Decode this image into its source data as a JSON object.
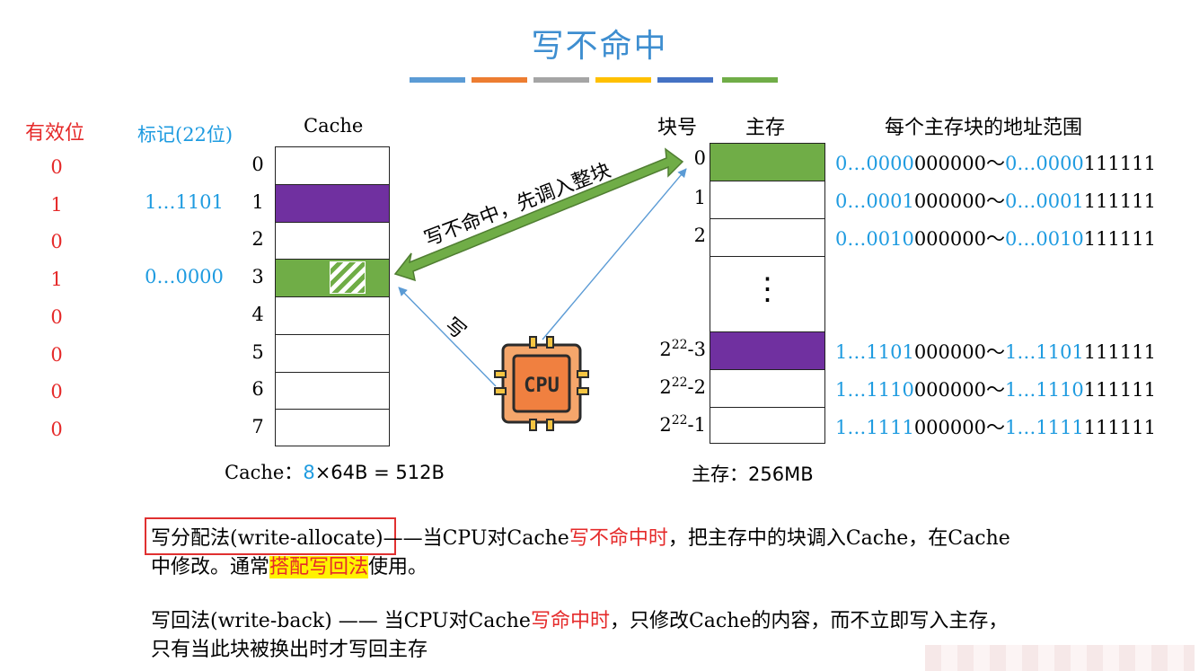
{
  "title": "写不命中",
  "colors": {
    "title": "#3E8ED0",
    "bars": [
      "#5B9BD5",
      "#ED7D31",
      "#A5A5A5",
      "#FFC000",
      "#4472C4",
      "#70AD47"
    ],
    "green": "#70AD47",
    "purple": "#7030A0",
    "red": "#E52A2A",
    "blue": "#1E9BE0"
  },
  "headers": {
    "valid": "有效位",
    "tag": "标记(22位)",
    "cache": "Cache",
    "block_no": "块号",
    "memory": "主存",
    "addr_range": "每个主存块的地址范围"
  },
  "cache_rows": [
    {
      "index": "0",
      "valid": "0",
      "tag": "",
      "fill": "empty"
    },
    {
      "index": "1",
      "valid": "1",
      "tag": "1…1101",
      "fill": "purple"
    },
    {
      "index": "2",
      "valid": "0",
      "tag": "",
      "fill": "empty"
    },
    {
      "index": "3",
      "valid": "1",
      "tag": "0…0000",
      "fill": "green"
    },
    {
      "index": "4",
      "valid": "0",
      "tag": "",
      "fill": "empty"
    },
    {
      "index": "5",
      "valid": "0",
      "tag": "",
      "fill": "empty"
    },
    {
      "index": "6",
      "valid": "0",
      "tag": "",
      "fill": "empty"
    },
    {
      "index": "7",
      "valid": "0",
      "tag": "",
      "fill": "empty"
    }
  ],
  "memory_rows": [
    {
      "index": "0",
      "fill": "green",
      "addr": {
        "p1": "0…0000",
        "p2": "000000",
        "sep": "～",
        "p3": "0…0000",
        "p4": "111111"
      }
    },
    {
      "index": "1",
      "fill": "empty",
      "addr": {
        "p1": "0…0001",
        "p2": "000000",
        "sep": "～",
        "p3": "0…0001",
        "p4": "111111"
      }
    },
    {
      "index": "2",
      "fill": "empty",
      "addr": {
        "p1": "0…0010",
        "p2": "000000",
        "sep": "～",
        "p3": "0…0010",
        "p4": "111111"
      }
    },
    {
      "index": "",
      "fill": "ellipsis",
      "addr": null
    },
    {
      "index_base": "2",
      "index_exp": "22",
      "index_suffix": "-3",
      "fill": "purple",
      "addr": {
        "p1": "1…1101",
        "p2": "000000",
        "sep": "～",
        "p3": "1…1101",
        "p4": "111111"
      }
    },
    {
      "index_base": "2",
      "index_exp": "22",
      "index_suffix": "-2",
      "fill": "empty",
      "addr": {
        "p1": "1…1110",
        "p2": "000000",
        "sep": "～",
        "p3": "1…1110",
        "p4": "111111"
      }
    },
    {
      "index_base": "2",
      "index_exp": "22",
      "index_suffix": "-1",
      "fill": "empty",
      "addr": {
        "p1": "1…1111",
        "p2": "000000",
        "sep": "～",
        "p3": "1…1111",
        "p4": "111111"
      }
    }
  ],
  "ellipsis": "⋮",
  "arrow_label_miss": "写不命中，先调入整块",
  "arrow_label_write": "写",
  "cpu_label": "CPU",
  "cache_size": {
    "prefix": "Cache：",
    "count": "8",
    "rest": "×64B = 512B"
  },
  "mem_size": {
    "prefix": "主存：",
    "value": "256MB"
  },
  "para1": {
    "boxed": "写分配法(write-allocate)",
    "a": "——当CPU对Cache",
    "red": "写不命中时",
    "b": "，把主存中的块调入Cache，在Cache",
    "line2_a": "中修改。通常",
    "highlight": "搭配写回法",
    "line2_b": "使用。"
  },
  "para2": {
    "a": "写回法(write-back) —— 当CPU对Cache",
    "red": "写命中时",
    "b": "，只修改Cache的内容，而不立即写入主存，",
    "line2": "只有当此块被换出时才写回主存"
  }
}
